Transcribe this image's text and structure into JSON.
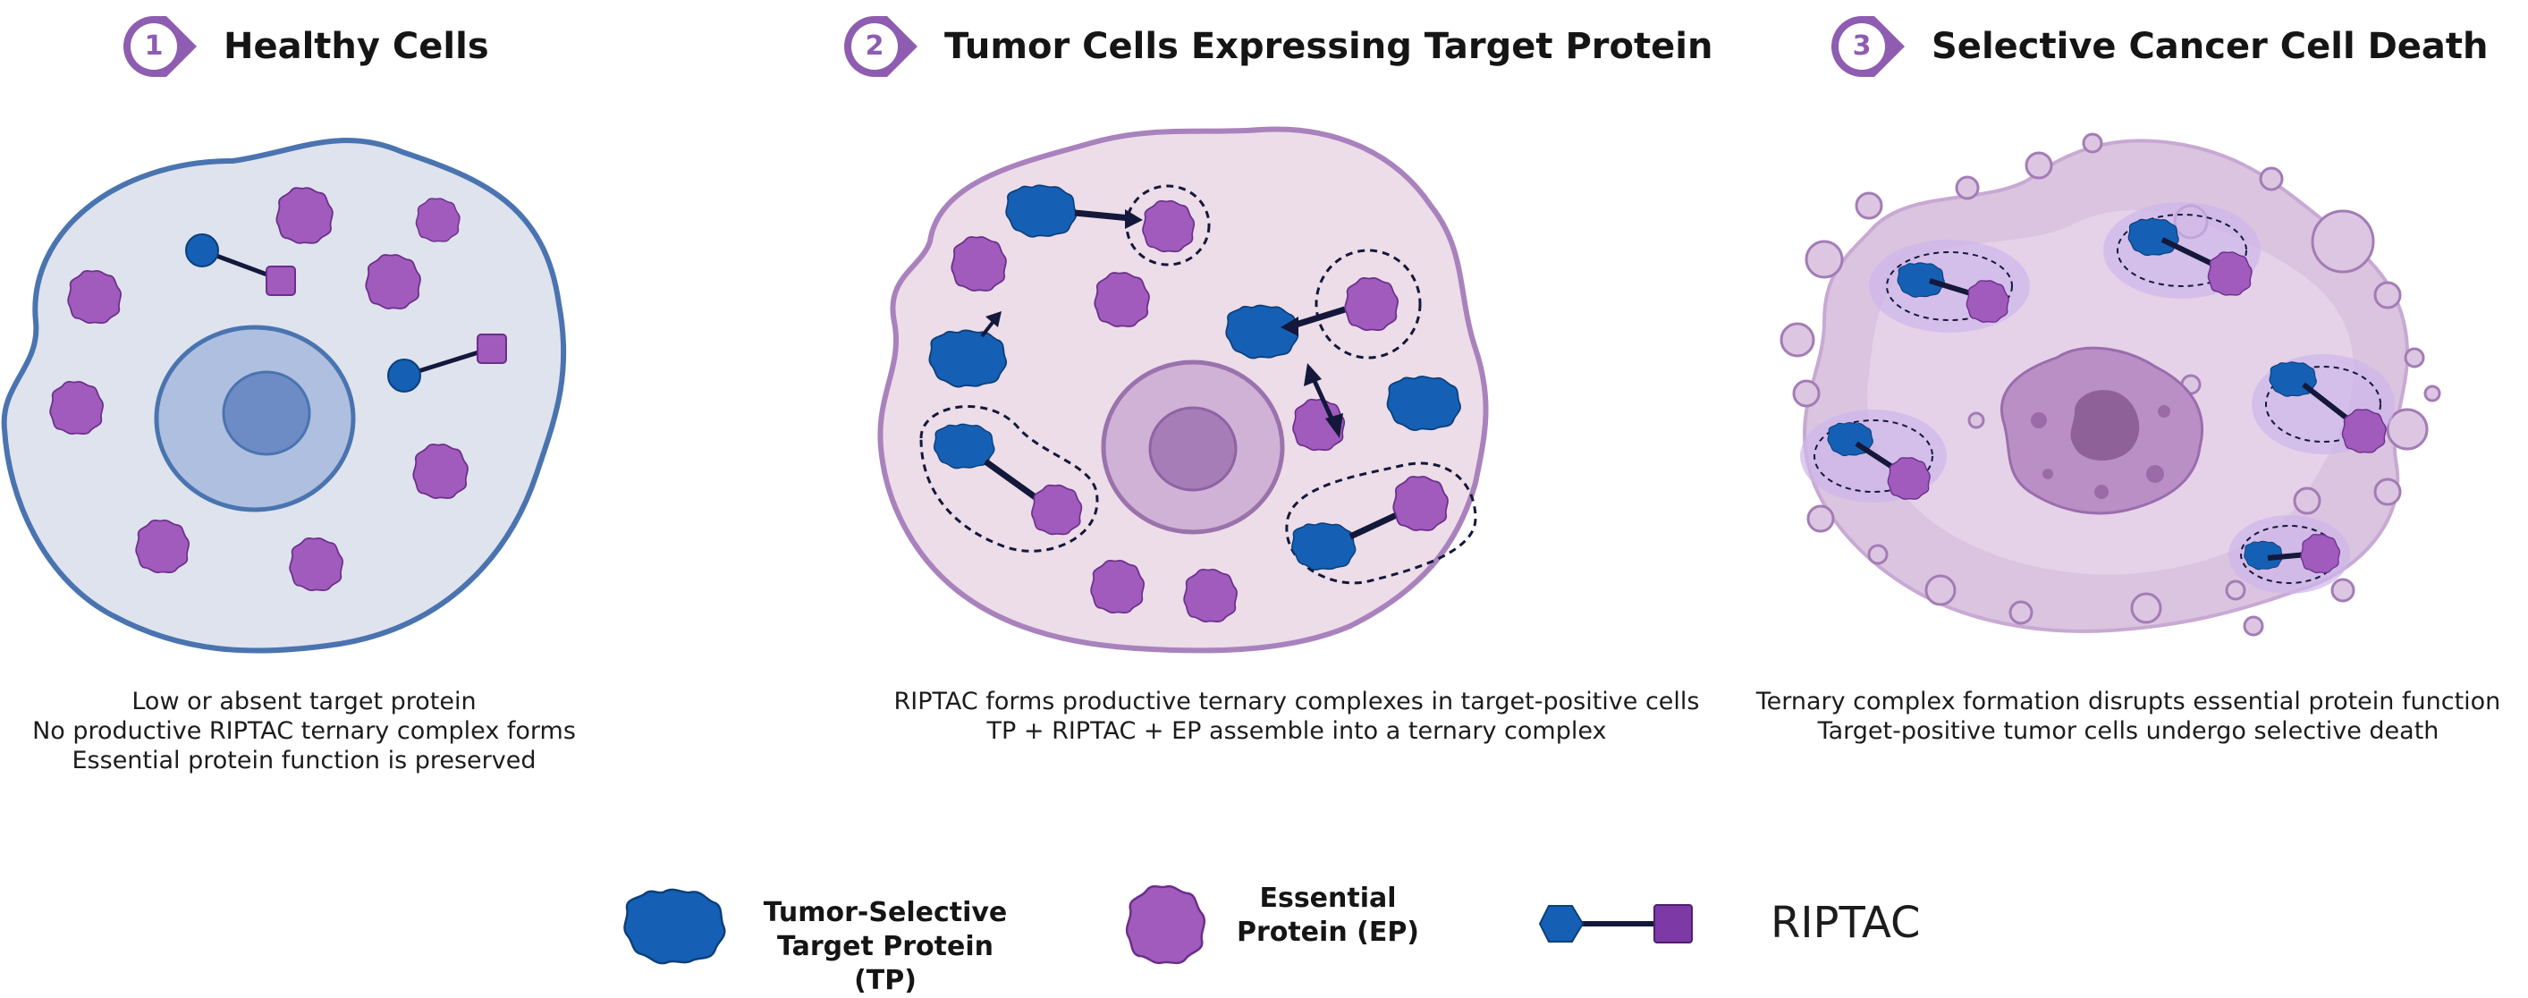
{
  "panels": [
    {
      "number": "1",
      "title": "Healthy Cells",
      "caption": [
        "Low or absent target protein",
        "No productive RIPTAC ternary complex forms",
        "Essential protein function is preserved"
      ]
    },
    {
      "number": "2",
      "title": "Tumor Cells Expressing Target Protein",
      "caption": [
        "RIPTAC forms productive ternary complexes in target-positive cells",
        "TP + RIPTAC + EP assemble into a ternary complex"
      ]
    },
    {
      "number": "3",
      "title": "Selective Cancer Cell Death",
      "caption": [
        "Ternary complex formation disrupts essential protein function",
        "Target-positive tumor cells undergo selective death"
      ]
    }
  ],
  "legend": {
    "tp_line1": "Tumor-Selective",
    "tp_line2": "Target Protein (TP)",
    "ep_line1": "Essential",
    "ep_line2": "Protein (EP)",
    "riptac": "RIPTAC"
  },
  "colors": {
    "accent": "#8e5cb1",
    "tp_blue": "#1560b4",
    "ep_purple": "#a05bbd",
    "healthy_cell_fill": "#dfe3ee",
    "healthy_cell_border": "#4a74b0",
    "tumor_cell_fill": "#ecdde9",
    "tumor_cell_border": "#a982bd",
    "linker": "#14183a"
  }
}
